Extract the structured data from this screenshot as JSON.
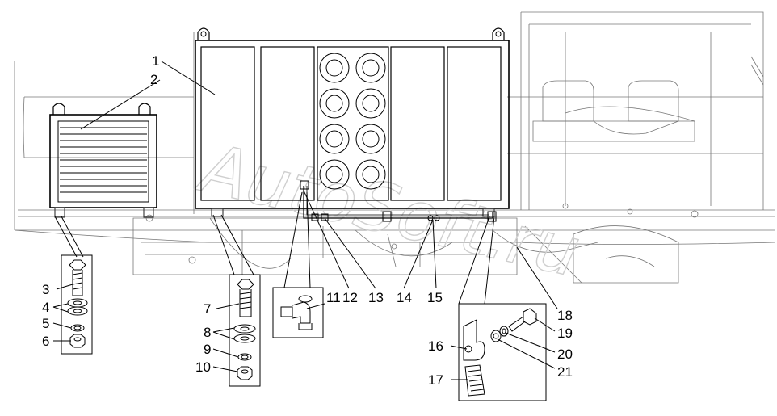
{
  "diagram": {
    "callouts": {
      "c1": "1",
      "c2": "2",
      "c3": "3",
      "c4": "4",
      "c5": "5",
      "c6": "6",
      "c7": "7",
      "c8": "8",
      "c9": "9",
      "c10": "10",
      "c11": "11",
      "c12": "12",
      "c13": "13",
      "c14": "14",
      "c15": "15",
      "c16": "16",
      "c17": "17",
      "c18": "18",
      "c19": "19",
      "c20": "20",
      "c21": "21"
    },
    "watermark": "AutoSoft.ru"
  }
}
